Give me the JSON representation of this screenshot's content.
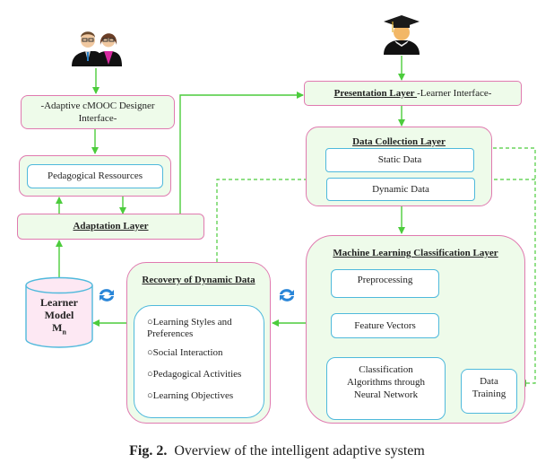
{
  "diagram": {
    "designer_interface": "-Adaptive cMOOC Designer Interface-",
    "pedagogical_resources": "Pedagogical Ressources",
    "adaptation_layer": "Adaptation Layer",
    "learner_model": {
      "line1": "Learner",
      "line2": "Model",
      "line3": "M",
      "subscript": "n"
    },
    "presentation_layer": {
      "title": "Presentation Layer ",
      "subtitle": "-Learner Interface-"
    },
    "data_collection_layer": {
      "title": "Data Collection Layer",
      "static_data": "Static Data",
      "dynamic_data": "Dynamic Data"
    },
    "recovery_of_dynamic_data": {
      "title": "Recovery of Dynamic Data",
      "items": [
        "Learning Styles and Preferences",
        "Social Interaction",
        "Pedagogical Activities",
        "Learning Objectives"
      ]
    },
    "ml_classification_layer": {
      "title": "Machine Learning Classification Layer",
      "preprocessing": "Preprocessing",
      "feature_vectors": "Feature Vectors",
      "classification": "Classification Algorithms through Neural Network",
      "data_training": "Data Training"
    },
    "icons": {
      "designers": "designers-icon",
      "learner": "graduate-learner-icon",
      "refresh": "refresh-icon"
    },
    "colors": {
      "outer_border": "#e07ab0",
      "inner_border": "#4fb9dc",
      "box_fill": "#eefbea",
      "arrow": "#4ccc3c",
      "cylinder_fill": "#fde8f3"
    }
  },
  "caption": {
    "label": "Fig. 2.",
    "text": "Overview of the intelligent adaptive system"
  }
}
